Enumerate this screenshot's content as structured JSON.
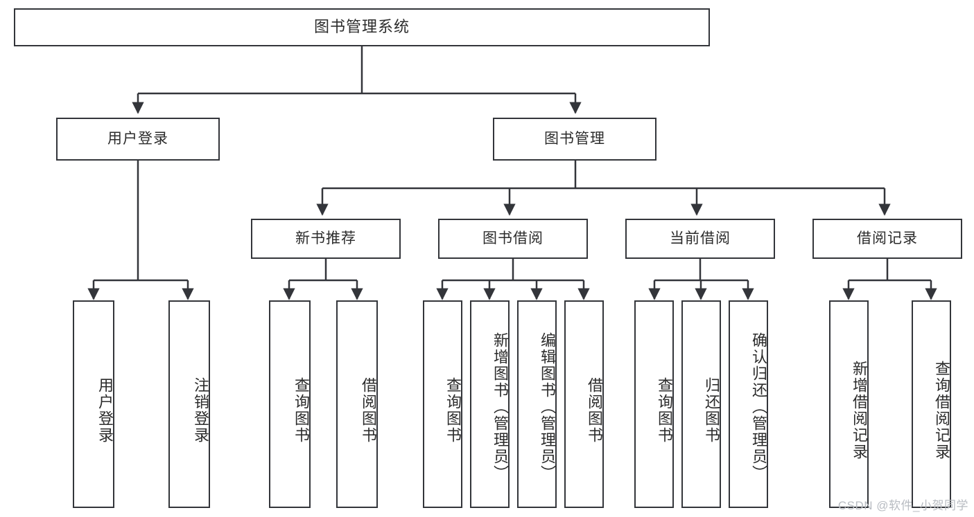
{
  "diagram": {
    "title": "图书管理系统",
    "type": "tree-hierarchy-diagram",
    "colors": {
      "box_border": "#33353a",
      "box_fill": "#ffffff",
      "edge": "#33353a",
      "text": "#2b2b2b",
      "watermark": "#b8bcc2"
    },
    "root": {
      "label": "图书管理系统"
    },
    "level1": [
      {
        "label": "用户登录"
      },
      {
        "label": "图书管理"
      }
    ],
    "level2": [
      {
        "label": "新书推荐"
      },
      {
        "label": "图书借阅"
      },
      {
        "label": "当前借阅"
      },
      {
        "label": "借阅记录"
      }
    ],
    "leaves": {
      "user_login": [
        {
          "label": "用户登录"
        },
        {
          "label": "注销登录"
        }
      ],
      "new_book_recommend": [
        {
          "label": "查询图书"
        },
        {
          "label": "借阅图书"
        }
      ],
      "book_borrow": [
        {
          "label": "查询图书"
        },
        {
          "label": "新增图书（管理员）"
        },
        {
          "label": "编辑图书（管理员）"
        },
        {
          "label": "借阅图书"
        }
      ],
      "current_borrow": [
        {
          "label": "查询图书"
        },
        {
          "label": "归还图书"
        },
        {
          "label": "确认归还（管理员）"
        }
      ],
      "borrow_record": [
        {
          "label": "新增借阅记录"
        },
        {
          "label": "查询借阅记录"
        }
      ]
    }
  },
  "watermark": {
    "text": "CSDN @软件_小贺同学"
  }
}
